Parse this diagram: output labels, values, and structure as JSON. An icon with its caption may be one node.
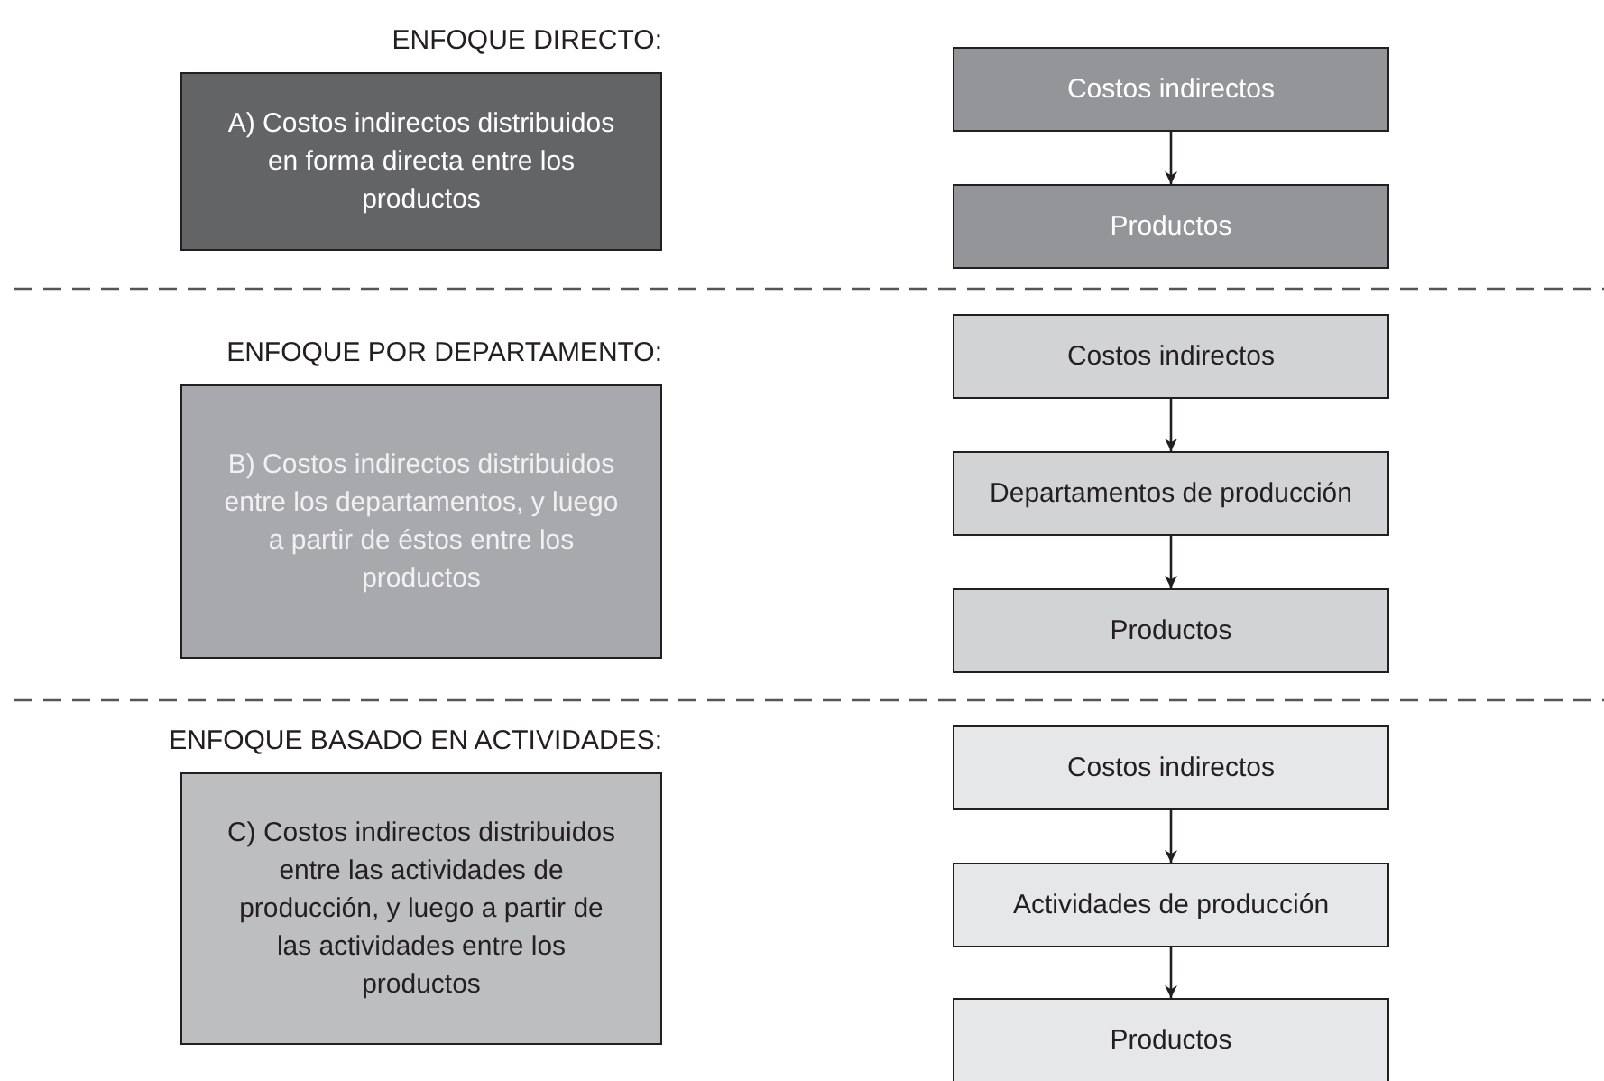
{
  "diagram": {
    "nodes": [
      {
        "text": [
          "ENFOQUE DIRECTO:",
          "A) Costos indirectos distribuidos en forma directa entre los productos"
        ]
      },
      {
        "text": [
          "Costos indirectos"
        ]
      },
      {
        "text": [
          "Productos"
        ]
      },
      {
        "text": [
          "ENFOQUE POR DEPARTAMENTO:",
          "B) Costos indirectos distribuidos entre los departamentos, y luego a partir de éstos entre los productos"
        ]
      },
      {
        "text": [
          "Costos indirectos"
        ]
      },
      {
        "text": [
          "Departamentos de producción"
        ]
      },
      {
        "text": [
          "Productos"
        ]
      },
      {
        "text": [
          "ENFOQUE BASADO EN ACTIVIDADES:",
          "C) Costos indirectos distribuidos entre las actividades de producción, y luego a partir de las actividades entre los productos"
        ]
      },
      {
        "text": [
          "Costos indirectos"
        ]
      },
      {
        "text": [
          "Actividades de producción"
        ]
      },
      {
        "text": [
          "Productos"
        ]
      }
    ],
    "edges": [
      {
        "from": 1,
        "to": 2,
        "arrow": "to"
      },
      {
        "from": 4,
        "to": 5,
        "arrow": "to"
      },
      {
        "from": 5,
        "to": 6,
        "arrow": "to"
      },
      {
        "from": 8,
        "to": 9,
        "arrow": "to"
      },
      {
        "from": 9,
        "to": 10,
        "arrow": "to"
      }
    ]
  }
}
